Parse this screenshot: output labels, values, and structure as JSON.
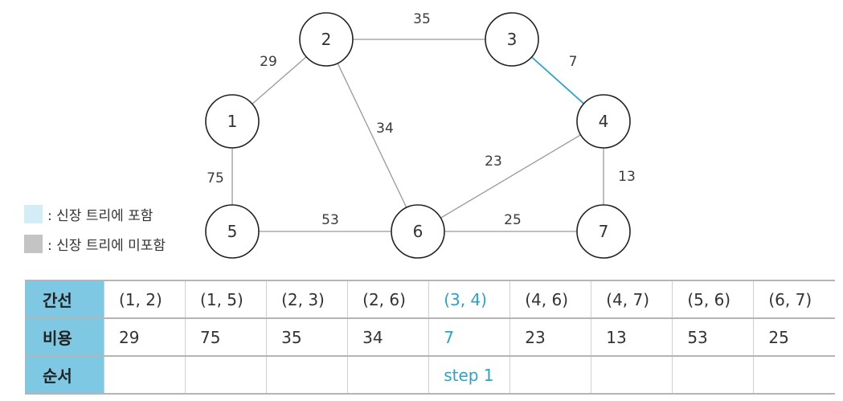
{
  "graph": {
    "nodes": [
      {
        "id": "1",
        "label": "1"
      },
      {
        "id": "2",
        "label": "2"
      },
      {
        "id": "3",
        "label": "3"
      },
      {
        "id": "4",
        "label": "4"
      },
      {
        "id": "5",
        "label": "5"
      },
      {
        "id": "6",
        "label": "6"
      },
      {
        "id": "7",
        "label": "7"
      }
    ],
    "edges": [
      {
        "from": "1",
        "to": "2",
        "weight": "29",
        "in_tree": false
      },
      {
        "from": "1",
        "to": "5",
        "weight": "75",
        "in_tree": false
      },
      {
        "from": "2",
        "to": "3",
        "weight": "35",
        "in_tree": false
      },
      {
        "from": "2",
        "to": "6",
        "weight": "34",
        "in_tree": false
      },
      {
        "from": "3",
        "to": "4",
        "weight": "7",
        "in_tree": true
      },
      {
        "from": "4",
        "to": "6",
        "weight": "23",
        "in_tree": false
      },
      {
        "from": "4",
        "to": "7",
        "weight": "13",
        "in_tree": false
      },
      {
        "from": "5",
        "to": "6",
        "weight": "53",
        "in_tree": false
      },
      {
        "from": "6",
        "to": "7",
        "weight": "25",
        "in_tree": false
      }
    ],
    "colors": {
      "included": "#2aa3cc",
      "default": "#999999"
    }
  },
  "legend": {
    "included": {
      "color": "#d3ecf6",
      "text": ": 신장 트리에 포함"
    },
    "excluded": {
      "color": "#c4c4c4",
      "text": ": 신장 트리에 미포함"
    }
  },
  "table": {
    "row_headers": [
      "간선",
      "비용",
      "순서"
    ],
    "header_color": "#7ec8e3",
    "highlight_color": "#2aa3cc",
    "columns": [
      {
        "edge": "(1, 2)",
        "cost": "29",
        "order": ""
      },
      {
        "edge": "(1, 5)",
        "cost": "75",
        "order": ""
      },
      {
        "edge": "(2, 3)",
        "cost": "35",
        "order": ""
      },
      {
        "edge": "(2, 6)",
        "cost": "34",
        "order": ""
      },
      {
        "edge": "(3, 4)",
        "cost": "7",
        "order": "step 1",
        "highlight": true
      },
      {
        "edge": "(4, 6)",
        "cost": "23",
        "order": ""
      },
      {
        "edge": "(4, 7)",
        "cost": "13",
        "order": ""
      },
      {
        "edge": "(5, 6)",
        "cost": "53",
        "order": ""
      },
      {
        "edge": "(6, 7)",
        "cost": "25",
        "order": ""
      }
    ]
  }
}
